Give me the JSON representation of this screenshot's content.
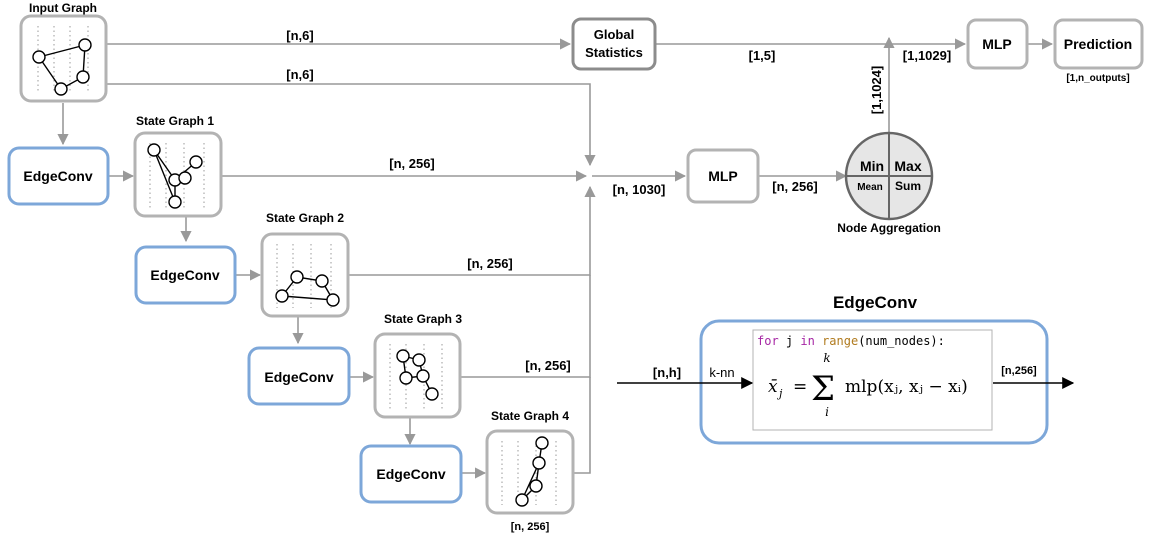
{
  "input_graph": {
    "title": "Input Graph"
  },
  "state_graphs": [
    {
      "title": "State Graph 1"
    },
    {
      "title": "State Graph 2"
    },
    {
      "title": "State Graph 3"
    },
    {
      "title": "State Graph 4"
    }
  ],
  "edgeconv_blocks": [
    "EdgeConv",
    "EdgeConv",
    "EdgeConv",
    "EdgeConv"
  ],
  "global_statistics": {
    "line1": "Global",
    "line2": "Statistics"
  },
  "mlp1": "MLP",
  "mlp2": "MLP",
  "prediction": "Prediction",
  "node_aggregation": {
    "label": "Node Aggregation",
    "min": "Min",
    "max": "Max",
    "mean": "Mean",
    "sum": "Sum"
  },
  "dims": {
    "input_to_global": "[n,6]",
    "input_to_concat": "[n,6]",
    "state1": "[n, 256]",
    "state2": "[n, 256]",
    "state3": "[n, 256]",
    "state4": "[n, 256]",
    "concat": "[n, 1030]",
    "mlp_out": "[n, 256]",
    "global_out": "[1,5]",
    "agg_out": "[1,1024]",
    "merged": "[1,1029]",
    "outputs": "[1,n_outputs]"
  },
  "edgeconv_detail": {
    "title": "EdgeConv",
    "input_dim": "[n,h]",
    "knn": "k-nn",
    "output_dim": "[n,256]",
    "code_for": "for",
    "code_j": " j ",
    "code_in": "in",
    "code_range": "range",
    "code_args": "(num_nodes):",
    "formula_lhs": "x̄",
    "formula_lhs_sub": "j",
    "formula_eq": "=",
    "sum_upper": "k",
    "sum_lower": "i",
    "formula_rhs": "mlp(xⱼ, xⱼ − xᵢ)"
  },
  "colors": {
    "edgeconv_border": "#7da7d9",
    "box_border": "#b3b3b3",
    "global_border": "#8c8c8c",
    "arrow": "#999999",
    "agg_fill": "#e6e6e6",
    "code_keyword": "#a626a4",
    "code_func": "#b07a1e"
  }
}
